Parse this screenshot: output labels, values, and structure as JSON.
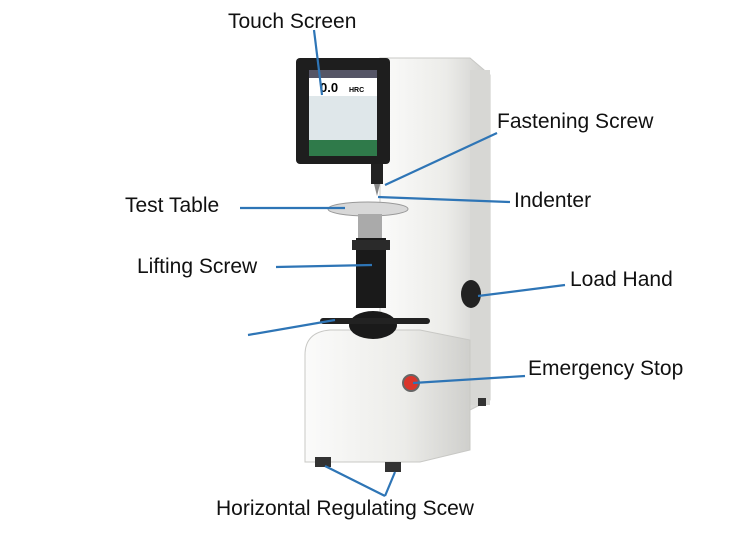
{
  "labels": {
    "touch_screen": "Touch Screen",
    "fastening_screw": "Fastening Screw",
    "test_table": "Test Table",
    "indenter": "Indenter",
    "lifting_screw": "Lifting Screw",
    "load_hand": "Load Hand",
    "emergency_stop": "Emergency Stop",
    "horizontal_regulating_screw": "Horizontal Regulating Scew"
  },
  "screen": {
    "reading": "0.0",
    "unit": "HRC"
  },
  "colors": {
    "leader_line": "#2e75b6",
    "body": "#f0f0ee",
    "head": "#1e1e1e",
    "stop_button": "#d9352b"
  }
}
